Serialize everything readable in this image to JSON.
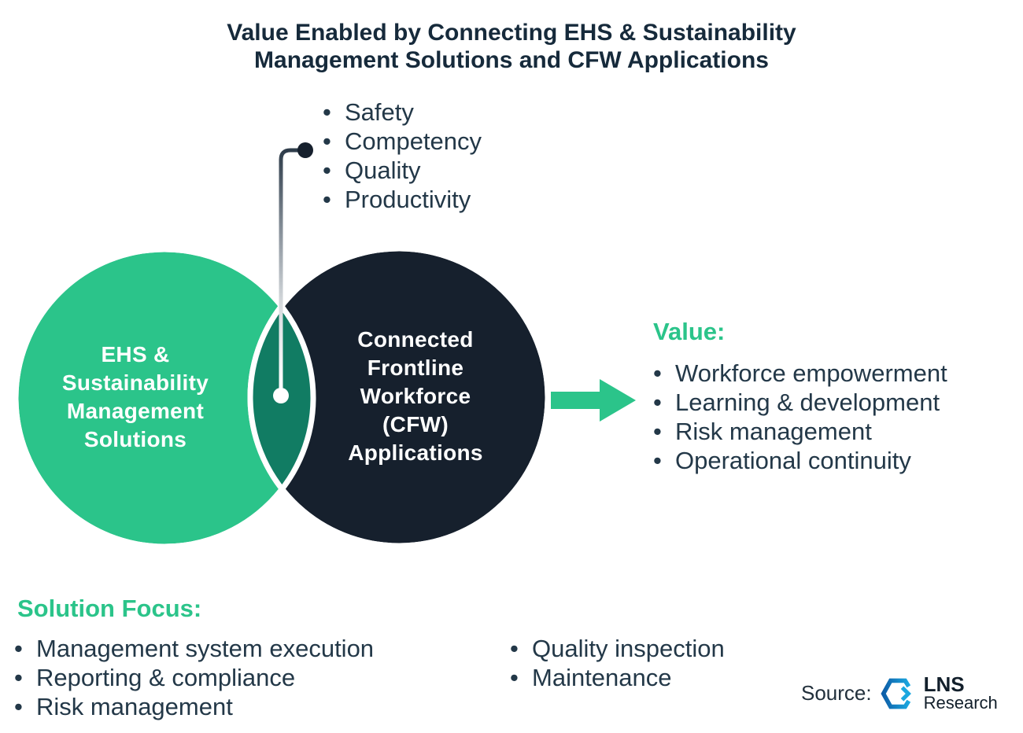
{
  "title": {
    "line1": "Value Enabled by Connecting EHS & Sustainability",
    "line2": "Management Solutions and CFW Applications"
  },
  "connector_bullets": {
    "items": [
      "Safety",
      "Competency",
      "Quality",
      "Productivity"
    ]
  },
  "venn": {
    "left": {
      "lines": [
        "EHS &",
        "Sustainability",
        "Management",
        "Solutions"
      ]
    },
    "right": {
      "lines": [
        "Connected",
        "Frontline",
        "Workforce",
        "(CFW)",
        "Applications"
      ]
    }
  },
  "value": {
    "label": "Value:",
    "items": [
      "Workforce empowerment",
      "Learning & development",
      "Risk management",
      "Operational continuity"
    ]
  },
  "solution_focus": {
    "label": "Solution Focus:",
    "column1": [
      "Management system execution",
      "Reporting & compliance",
      "Risk management"
    ],
    "column2": [
      "Quality inspection",
      "Maintenance"
    ]
  },
  "source": {
    "label": "Source:",
    "logo_line1": "LNS",
    "logo_line2": "Research"
  },
  "colors": {
    "green": "#2BC48A",
    "navy": "#16202D",
    "overlap_teal": "#117C63",
    "text_dark": "#233848",
    "title_navy": "#162A3B",
    "logo_blue": "#0D5EA8",
    "logo_cyan": "#1BA7DF"
  }
}
